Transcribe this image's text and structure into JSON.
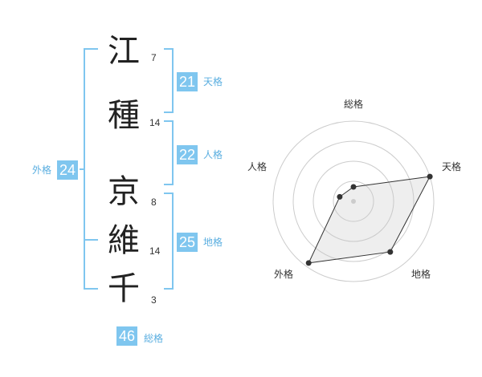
{
  "name": {
    "chars": [
      {
        "char": "江",
        "strokes": "7"
      },
      {
        "char": "種",
        "strokes": "14"
      },
      {
        "char": "京",
        "strokes": "8"
      },
      {
        "char": "維",
        "strokes": "14"
      },
      {
        "char": "千",
        "strokes": "3"
      }
    ]
  },
  "kakusu": {
    "tenkaku": {
      "value": "21",
      "label": "天格"
    },
    "jinkaku": {
      "value": "22",
      "label": "人格"
    },
    "chikaku": {
      "value": "25",
      "label": "地格"
    },
    "gaikaku": {
      "value": "24",
      "label": "外格"
    },
    "soukaku": {
      "value": "46",
      "label": "総格"
    }
  },
  "colors": {
    "accent": "#7fc6ef",
    "label": "#5aaee0",
    "text": "#222222"
  },
  "chart_data": {
    "type": "radar",
    "axes": [
      "総格",
      "天格",
      "地格",
      "外格",
      "人格"
    ],
    "values": [
      0.18,
      1.0,
      0.78,
      0.95,
      0.18
    ],
    "rings": 4,
    "max": 1
  }
}
